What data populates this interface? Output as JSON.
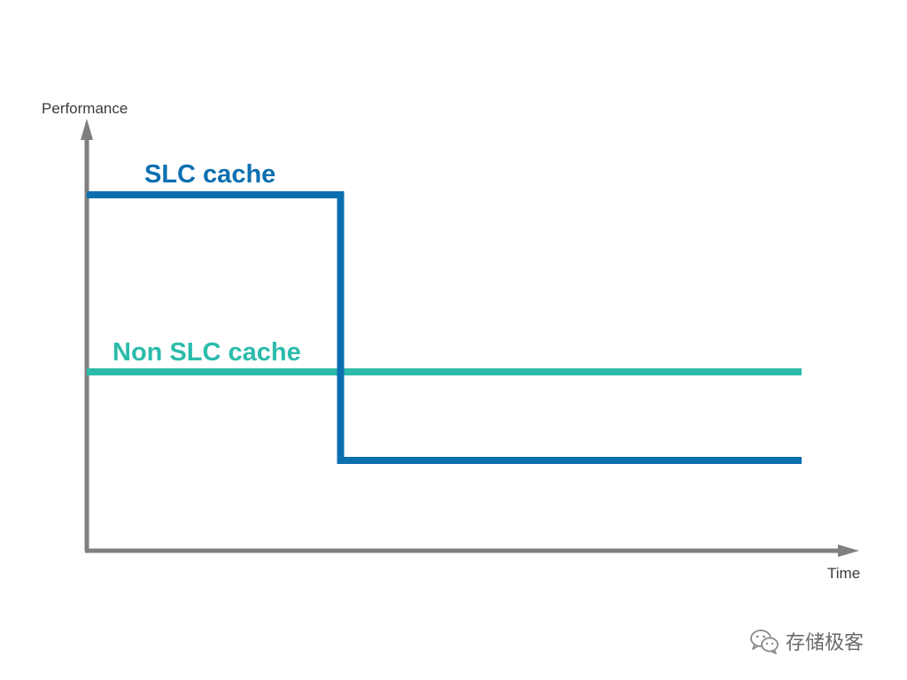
{
  "chart_data": {
    "type": "line",
    "xlabel": "Time",
    "ylabel": "Performance",
    "xlim": [
      0,
      10
    ],
    "ylim": [
      0,
      10
    ],
    "series": [
      {
        "name": "SLC cache",
        "color": "#0c6fb0",
        "x": [
          0,
          3.55,
          3.55,
          10
        ],
        "y": [
          8,
          8,
          2,
          2
        ]
      },
      {
        "name": "Non SLC cache",
        "color": "#2bbbab",
        "x": [
          0,
          10
        ],
        "y": [
          4,
          4
        ]
      }
    ],
    "grid": false,
    "legend": "inline-labels"
  },
  "colors": {
    "axis": "#7f7f7f",
    "axis_label": "#3a3a3a"
  },
  "watermark": {
    "icon": "wechat-icon",
    "text": "存储极客"
  }
}
